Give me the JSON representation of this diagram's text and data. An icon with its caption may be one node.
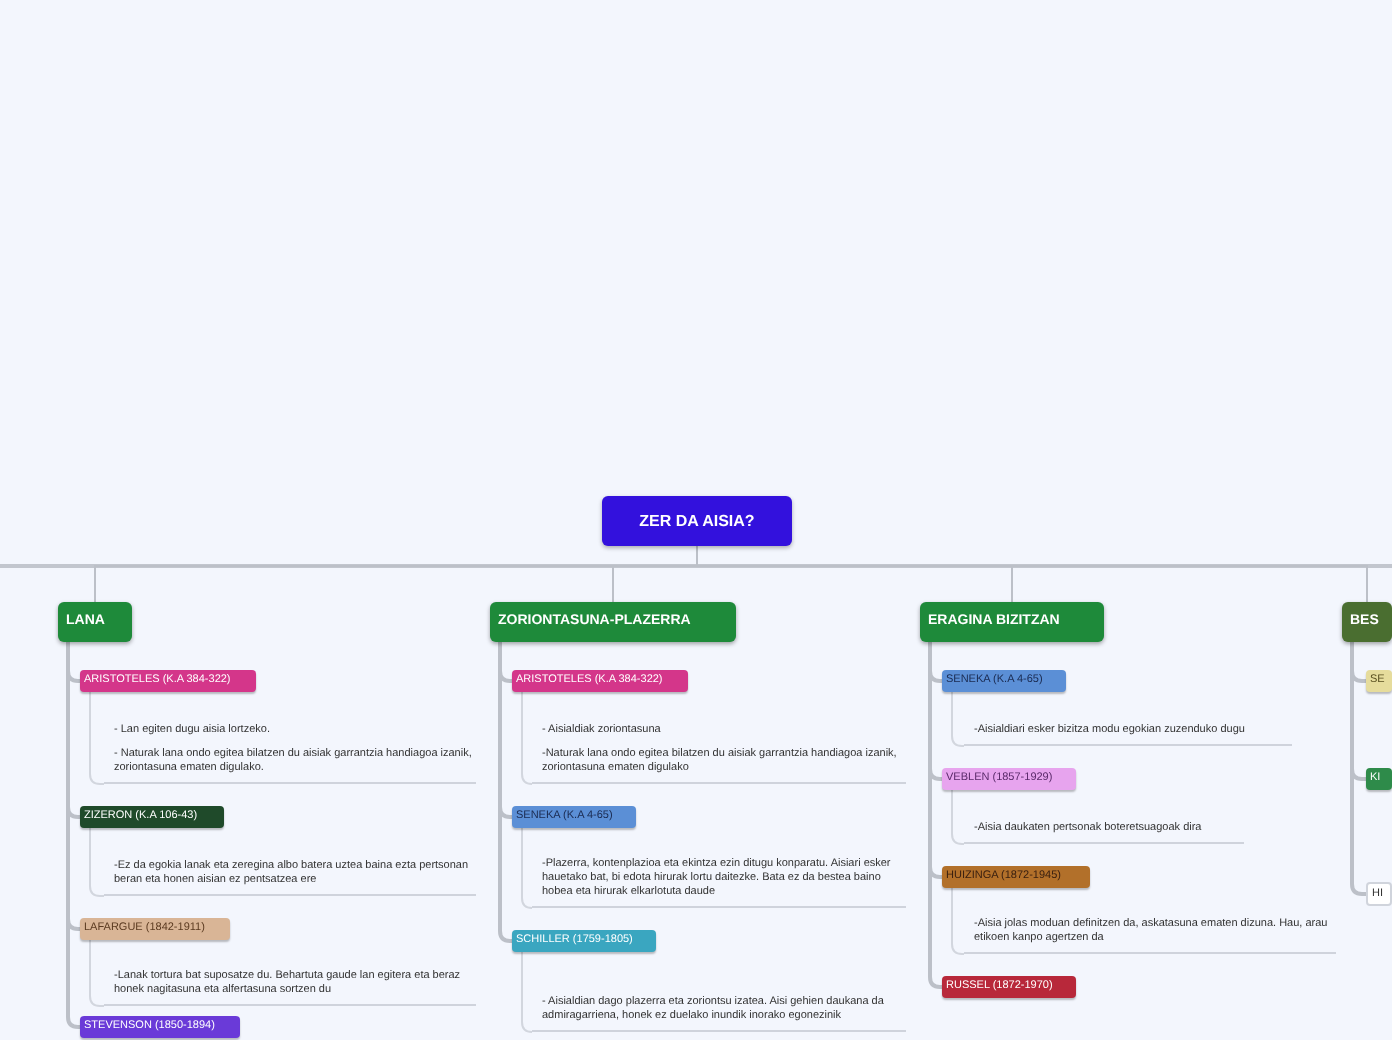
{
  "diagram": {
    "nodes": [
      {
        "text": [
          "ZER DA AISIA?"
        ]
      },
      {
        "text": [
          "LANA"
        ]
      },
      {
        "text": [
          "ARISTOTELES (K.A 384-322)"
        ]
      },
      {
        "text": [
          "- Lan egiten dugu aisia lortzeko.",
          "- Naturak lana ondo egitea bilatzen du aisiak garrantzia handiagoa izanik, zoriontasuna ematen digulako."
        ]
      },
      {
        "text": [
          "ZIZERON (K.A 106-43)"
        ]
      },
      {
        "text": [
          "-Ez da egokia lanak eta zeregina albo batera uztea baina ezta pertsonan beran eta honen aisian ez pentsatzea ere"
        ]
      },
      {
        "text": [
          "LAFARGUE (1842-1911)"
        ]
      },
      {
        "text": [
          "-Lanak tortura bat suposatze du. Behartuta gaude lan egitera eta beraz honek nagitasuna eta alfertasuna sortzen du"
        ]
      },
      {
        "text": [
          "STEVENSON (1850-1894)"
        ]
      },
      {
        "text": [
          "ZORIONTASUNA-PLAZERRA"
        ]
      },
      {
        "text": [
          "ARISTOTELES (K.A 384-322)"
        ]
      },
      {
        "text": [
          "- Aisialdiak zoriontasuna",
          "-Naturak lana ondo egitea bilatzen du aisiak garrantzia handiagoa izanik, zoriontasuna ematen digulako"
        ]
      },
      {
        "text": [
          "SENEKA (K.A 4-65)"
        ]
      },
      {
        "text": [
          "-Plazerra, kontenplazioa eta ekintza ezin ditugu konparatu. Aisiari esker hauetako bat, bi edota hirurak lortu daitezke. Bata ez da bestea baino hobea eta hirurak elkarlotuta daude"
        ]
      },
      {
        "text": [
          "SCHILLER (1759-1805)"
        ]
      },
      {
        "text": [
          "- Aisialdian dago plazerra eta zoriontsu izatea. Aisi gehien daukana da admiragarriena, honek ez duelako inundik inorako egonezinik"
        ]
      },
      {
        "text": [
          "ERAGINA BIZITZAN"
        ]
      },
      {
        "text": [
          "SENEKA (K.A 4-65)"
        ]
      },
      {
        "text": [
          "-Aisialdiari esker bizitza modu egokian zuzenduko dugu"
        ]
      },
      {
        "text": [
          "VEBLEN (1857-1929)"
        ]
      },
      {
        "text": [
          "-Aisia daukaten pertsonak boteretsuagoak dira"
        ]
      },
      {
        "text": [
          "HUIZINGA (1872-1945)"
        ]
      },
      {
        "text": [
          "-Aisia jolas moduan definitzen da, askatasuna ematen dizuna. Hau, arau etikoen kanpo agertzen da"
        ]
      },
      {
        "text": [
          "RUSSEL (1872-1970)"
        ]
      },
      {
        "text": [
          "BES"
        ]
      },
      {
        "text": [
          "SE"
        ]
      },
      {
        "text": [
          "KI"
        ]
      },
      {
        "text": [
          "HI"
        ]
      }
    ],
    "edges": [
      {
        "from": 0,
        "to": 1,
        "arrow": "none"
      },
      {
        "from": 0,
        "to": 9,
        "arrow": "none"
      },
      {
        "from": 0,
        "to": 16,
        "arrow": "none"
      },
      {
        "from": 0,
        "to": 24,
        "arrow": "none"
      },
      {
        "from": 1,
        "to": 2,
        "arrow": "none"
      },
      {
        "from": 2,
        "to": 3,
        "arrow": "none"
      },
      {
        "from": 1,
        "to": 4,
        "arrow": "none"
      },
      {
        "from": 4,
        "to": 5,
        "arrow": "none"
      },
      {
        "from": 1,
        "to": 6,
        "arrow": "none"
      },
      {
        "from": 6,
        "to": 7,
        "arrow": "none"
      },
      {
        "from": 1,
        "to": 8,
        "arrow": "none"
      },
      {
        "from": 9,
        "to": 10,
        "arrow": "none"
      },
      {
        "from": 10,
        "to": 11,
        "arrow": "none"
      },
      {
        "from": 9,
        "to": 12,
        "arrow": "none"
      },
      {
        "from": 12,
        "to": 13,
        "arrow": "none"
      },
      {
        "from": 9,
        "to": 14,
        "arrow": "none"
      },
      {
        "from": 14,
        "to": 15,
        "arrow": "none"
      },
      {
        "from": 16,
        "to": 17,
        "arrow": "none"
      },
      {
        "from": 17,
        "to": 18,
        "arrow": "none"
      },
      {
        "from": 16,
        "to": 19,
        "arrow": "none"
      },
      {
        "from": 19,
        "to": 20,
        "arrow": "none"
      },
      {
        "from": 16,
        "to": 21,
        "arrow": "none"
      },
      {
        "from": 21,
        "to": 22,
        "arrow": "none"
      },
      {
        "from": 16,
        "to": 23,
        "arrow": "none"
      },
      {
        "from": 24,
        "to": 25,
        "arrow": "none"
      },
      {
        "from": 24,
        "to": 26,
        "arrow": "none"
      },
      {
        "from": 24,
        "to": 27,
        "arrow": "none"
      }
    ]
  }
}
